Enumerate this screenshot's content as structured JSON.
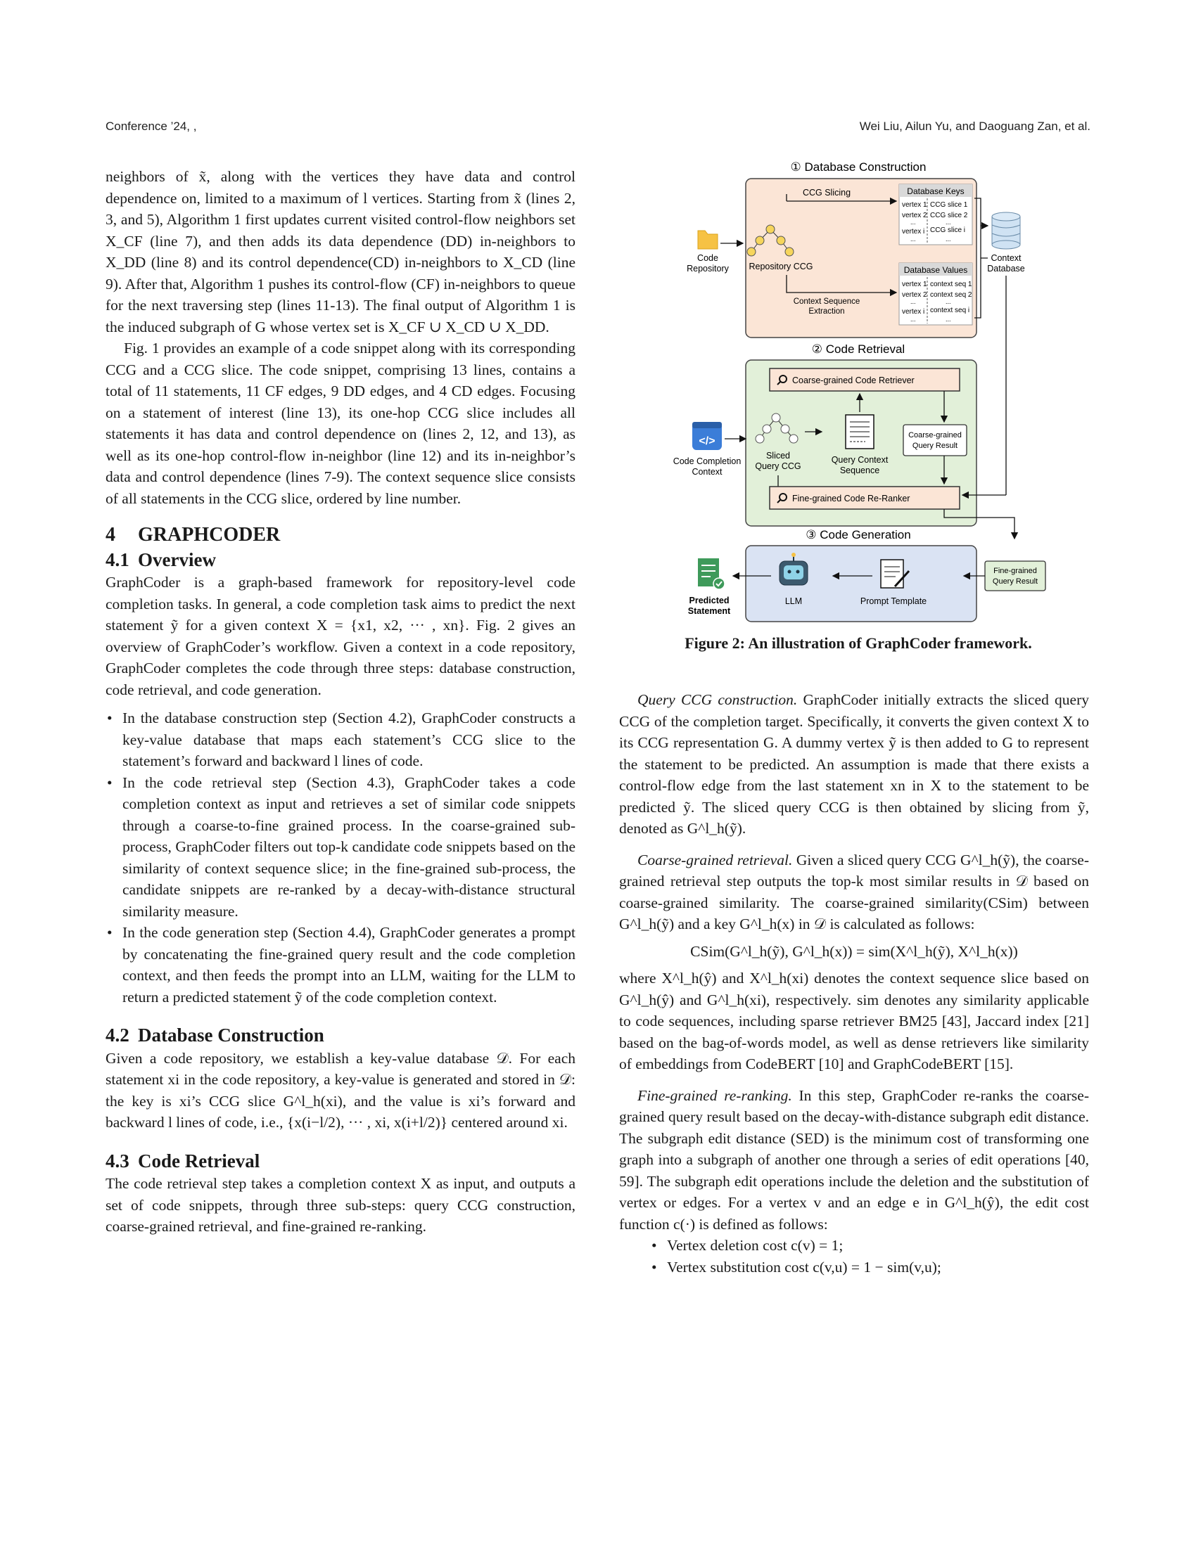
{
  "header": {
    "left": "Conference ’24, ,",
    "right": "Wei Liu, Ailun Yu, and Daoguang Zan, et al."
  },
  "left": {
    "p1": "neighbors of x̃, along with the vertices they have data and control dependence on, limited to a maximum of l vertices. Starting from x̃ (lines 2, 3, and 5), Algorithm 1 first updates current visited control-flow neighbors set X_CF (line 7), and then adds its data dependence (DD) in-neighbors to X_DD (line 8) and its control dependence(CD) in-neighbors to X_CD (line 9). After that, Algorithm 1 pushes its control-flow (CF) in-neighbors to queue for the next traversing step (lines 11-13). The final output of Algorithm 1 is the induced subgraph of G whose vertex set is X_CF ∪ X_CD ∪ X_DD.",
    "p2": "Fig. 1 provides an example of a code snippet along with its corresponding CCG and a CCG slice. The code snippet, comprising 13 lines, contains a total of 11 statements, 11 CF edges, 9 DD edges, and 4 CD edges. Focusing on a statement of interest (line 13), its one-hop CCG slice includes all statements it has data and control dependence on (lines 2, 12, and 13), as well as its one-hop control-flow in-neighbor (line 12) and its in-neighbor’s data and control dependence (lines 7-9). The context sequence slice consists of all statements in the CCG slice, ordered by line number.",
    "s4": {
      "num": "4",
      "title": "GRAPHCODER"
    },
    "s41": {
      "num": "4.1",
      "title": "Overview"
    },
    "p3": "GraphCoder is a graph-based framework for repository-level code completion tasks. In general, a code completion task aims to predict the next statement ỹ for a given context X = {x1, x2, ··· , xn}. Fig. 2 gives an overview of GraphCoder’s workflow. Given a context in a code repository, GraphCoder completes the code through three steps: database construction, code retrieval, and code generation.",
    "b1": "In the database construction step (Section 4.2), GraphCoder constructs a key-value database that maps each statement’s CCG slice to the statement’s forward and backward l lines of code.",
    "b2": "In the code retrieval step (Section 4.3), GraphCoder takes a code completion context as input and retrieves a set of similar code snippets through a coarse-to-fine grained process. In the coarse-grained sub-process, GraphCoder filters out top-k candidate code snippets based on the similarity of context sequence slice; in the fine-grained sub-process, the candidate snippets are re-ranked by a decay-with-distance structural similarity measure.",
    "b3": "In the code generation step (Section 4.4), GraphCoder generates a prompt by concatenating the fine-grained query result and the code completion context, and then feeds the prompt into an LLM, waiting for the LLM to return a predicted statement ỹ of the code completion context.",
    "s42": {
      "num": "4.2",
      "title": "Database Construction"
    },
    "p4": "Given a code repository, we establish a key-value database 𝒟. For each statement xi in the code repository, a key-value is generated and stored in 𝒟: the key is xi’s CCG slice G^l_h(xi), and the value is xi’s forward and backward l lines of code, i.e., {x(i−l/2), ··· , xi, x(i+l/2)} centered around xi.",
    "s43": {
      "num": "4.3",
      "title": "Code Retrieval"
    },
    "p5": "The code retrieval step takes a completion context X as input, and outputs a set of code snippets, through three sub-steps: query CCG construction, coarse-grained retrieval, and fine-grained re-ranking."
  },
  "figure": {
    "caption": "Figure 2: An illustration of GraphCoder framework.",
    "stage1": "① Database Construction",
    "stage2": "② Code Retrieval",
    "stage3": "③ Code Generation",
    "ccg_slicing": "CCG Slicing",
    "db_keys": "Database Keys",
    "keys": [
      "vertex 1",
      "CCG slice 1",
      "vertex 2",
      "CCG slice 2",
      "vertex i",
      "CCG slice i"
    ],
    "db_values": "Database Values",
    "values": [
      "vertex 1",
      "context seq 1",
      "vertex 2",
      "context seq 2",
      "vertex i",
      "context seq i"
    ],
    "ellipsis": "...",
    "code_repo": [
      "Code",
      "Repository"
    ],
    "repo_ccg": "Repository CCG",
    "ctx_seq_extract": [
      "Context Sequence",
      "Extraction"
    ],
    "ctx_db": [
      "Context",
      "Database"
    ],
    "coarse_retriever": "Coarse-grained Code Retriever",
    "coarse_result": [
      "Coarse-grained",
      "Query Result"
    ],
    "completion_ctx": [
      "Code Completion",
      "Context"
    ],
    "sliced_ccg": [
      "Sliced",
      "Query CCG"
    ],
    "query_ctx_seq": [
      "Query Context",
      "Sequence"
    ],
    "fine_reranker": "Fine-grained Code Re-Ranker",
    "fine_result": [
      "Fine-grained",
      "Query Result"
    ],
    "predicted": [
      "Predicted",
      "Statement"
    ],
    "llm": "LLM",
    "prompt_tpl": "Prompt Template",
    "colors": {
      "stage1_bg": "#fbe5d6",
      "stage2_bg": "#e2f0d9",
      "stage3_bg": "#dae3f3",
      "db_box": "#d9d9d9"
    }
  },
  "right": {
    "p1_head": "Query CCG construction.",
    "p1": "GraphCoder initially extracts the sliced query CCG of the completion target. Specifically, it converts the given context X to its CCG representation G. A dummy vertex ỹ is then added to G to represent the statement to be predicted. An assumption is made that there exists a control-flow edge from the last statement xn in X to the statement to be predicted ỹ. The sliced query CCG is then obtained by slicing from ỹ, denoted as G^l_h(ỹ).",
    "p2_head": "Coarse-grained retrieval.",
    "p2": "Given a sliced query CCG G^l_h(ỹ), the coarse-grained retrieval step outputs the top-k most similar results in 𝒟 based on coarse-grained similarity. The coarse-grained similarity(CSim) between G^l_h(ỹ) and a key G^l_h(x) in 𝒟 is calculated as follows:",
    "eq": "CSim(G^l_h(ỹ), G^l_h(x)) = sim(X^l_h(ỹ), X^l_h(x))",
    "p3": "where X^l_h(ŷ) and X^l_h(xi) denotes the context sequence slice based on G^l_h(ŷ) and G^l_h(xi), respectively. sim denotes any similarity applicable to code sequences, including sparse retriever BM25 [43], Jaccard index [21] based on the bag-of-words model, as well as dense retrievers like similarity of embeddings from CodeBERT [10] and GraphCodeBERT [15].",
    "p4_head": "Fine-grained re-ranking.",
    "p4": "In this step, GraphCoder re-ranks the coarse-grained query result based on the decay-with-distance subgraph edit distance. The subgraph edit distance (SED) is the minimum cost of transforming one graph into a subgraph of another one through a series of edit operations [40, 59]. The subgraph edit operations include the deletion and the substitution of vertex or edges. For a vertex v and an edge e in G^l_h(ŷ), the edit cost function c(·) is defined as follows:",
    "b1": "Vertex deletion cost c(v) = 1;",
    "b2": "Vertex substitution cost c(v,u) = 1 − sim(v,u);"
  }
}
